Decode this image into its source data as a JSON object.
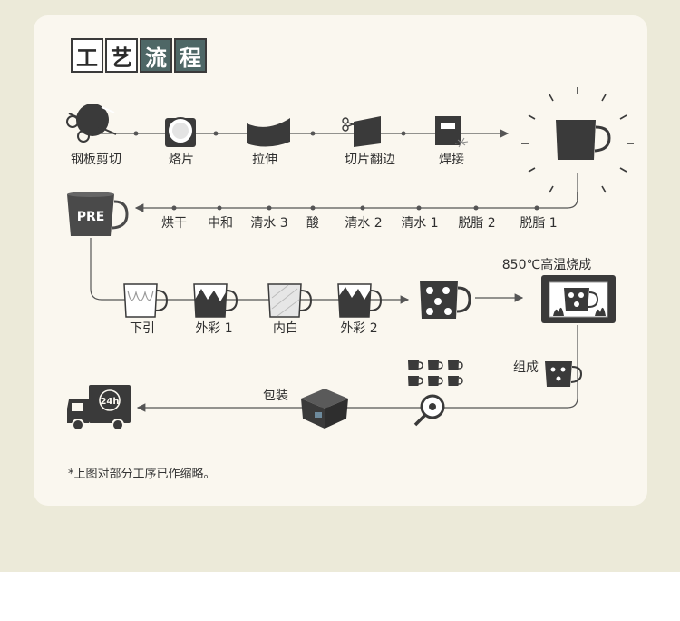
{
  "title": {
    "chars": [
      "工",
      "艺",
      "流",
      "程"
    ]
  },
  "row1": [
    "钢板剪切",
    "烙片",
    "拉伸",
    "切片翻边",
    "焊接"
  ],
  "row2": [
    "烘干",
    "中和",
    "清水 3",
    "酸",
    "清水 2",
    "清水 1",
    "脱脂 2",
    "脱脂 1"
  ],
  "pre_label": "PRE",
  "row3": [
    "下引",
    "外彩 1",
    "内白",
    "外彩 2"
  ],
  "firing_label": "850℃高温烧成",
  "assemble_label": "组成",
  "package_label": "包装",
  "truck_badge": "24h",
  "footnote": "*上图对部分工序已作缩略。",
  "colors": {
    "accent": "#4e6766",
    "ink": "#3a3a3a",
    "card": "#faf7ef",
    "background": "#ecead9"
  }
}
